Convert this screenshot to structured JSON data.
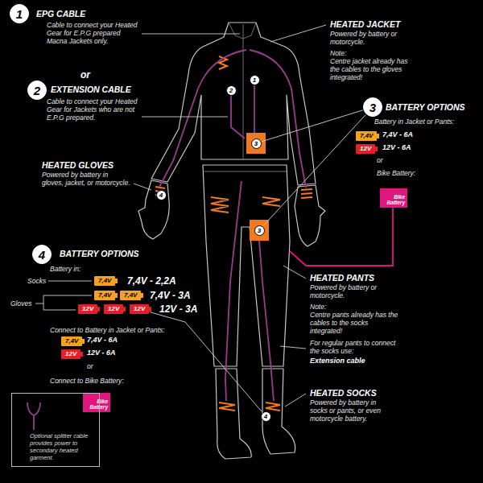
{
  "diagram": {
    "nodes": [
      {
        "text": [
          "1"
        ]
      },
      {
        "text": [
          "2"
        ]
      },
      {
        "text": [
          "3"
        ]
      },
      {
        "text": [
          "7,4V"
        ]
      },
      {
        "text": [
          "12V"
        ]
      },
      {
        "text": [
          "Bike Battery"
        ]
      },
      {
        "text": [
          "2"
        ]
      },
      {
        "text": [
          "1"
        ]
      },
      {
        "text": [
          "3"
        ]
      },
      {
        "text": [
          "4"
        ]
      },
      {
        "text": [
          "4"
        ]
      },
      {
        "text": [
          "7,4V"
        ]
      },
      {
        "text": [
          "7,4V"
        ]
      },
      {
        "text": [
          "7,4V"
        ]
      },
      {
        "text": [
          "12V"
        ]
      },
      {
        "text": [
          "12V"
        ]
      },
      {
        "text": [
          "12V"
        ]
      },
      {
        "text": [
          "7,4V"
        ]
      },
      {
        "text": [
          "12V"
        ]
      },
      {
        "text": [
          "Bike Battery"
        ]
      },
      {
        "text": [
          "3"
        ]
      },
      {
        "text": [
          "4"
        ]
      },
      {
        "text": [
          "Optional splitter cable provides power to secondary heated garment."
        ]
      }
    ],
    "edges": [
      {
        "from": 2,
        "to": 8,
        "arrow": "none"
      },
      {
        "from": 2,
        "to": 20,
        "arrow": "none"
      },
      {
        "from": 16,
        "to": 21,
        "arrow": "none"
      }
    ],
    "labels": [
      "EPG CABLE",
      "Cable to connect your Heated Gear for E.P.G prepared Macna Jackets only.",
      "or",
      "EXTENSION CABLE",
      "Cable to connect your Heated Gear for Jackets who are not E.P.G prepared.",
      "HEATED JACKET",
      "Powered by battery or motorcycle.",
      "Note:",
      "Centre jacket already has the cables to the gloves integrated!",
      "BATTERY OPTIONS",
      "Battery in Jacket or Pants:",
      "7,4V - 6A",
      "12V - 6A",
      "or",
      "Bike Battery:",
      "HEATED GLOVES",
      "Powered by battery in gloves, jacket, or motorcycle.",
      "BATTERY OPTIONS",
      "Battery in:",
      "Socks",
      "Gloves",
      "7,4V - 2,2A",
      "7,4V - 3A",
      "12V - 3A",
      "Connect to Battery in Jacket or Pants:",
      "7,4V - 6A",
      "12V - 6A",
      "or",
      "Connect to Bike Battery:",
      "HEATED PANTS",
      "Powered by battery or motorcycle.",
      "Note:",
      "Centre pants already has the cables to the socks integrated!",
      "For regular pants to connect the socks use:",
      "Extension cable",
      "HEATED SOCKS",
      "Powered by battery in socks or pants, or even motorcycle battery."
    ]
  }
}
